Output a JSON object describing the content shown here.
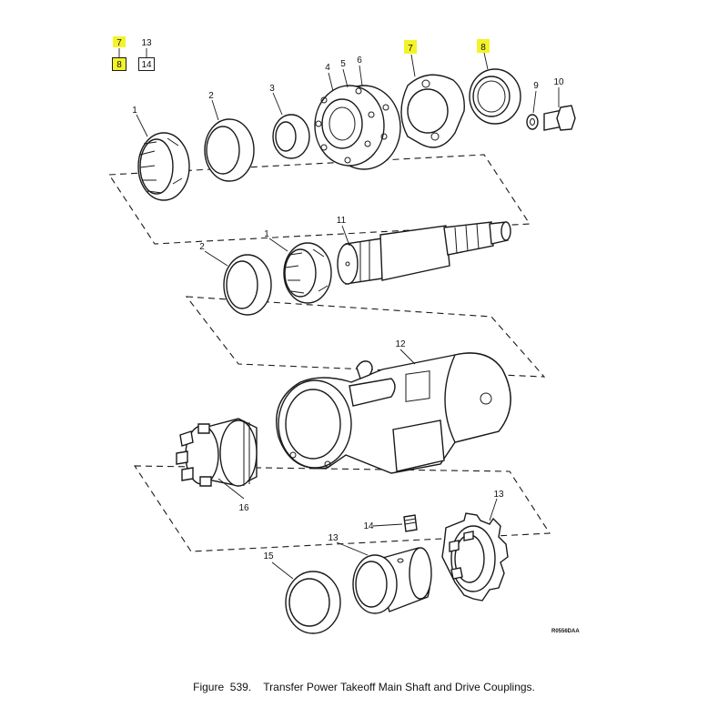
{
  "figure": {
    "caption": "Figure  539.    Transfer Power Takeoff Main Shaft and Drive Couplings.",
    "drawing_code": "R0556DAA",
    "highlight_color": "#f3f32a",
    "key": [
      {
        "top": "7",
        "bottom": "8",
        "highlighted": true
      },
      {
        "top": "13",
        "bottom": "14",
        "highlighted": false
      }
    ]
  },
  "callouts": {
    "c1a": "1",
    "c2a": "2",
    "c3": "3",
    "c4": "4",
    "c5": "5",
    "c6": "6",
    "c7": "7",
    "c8": "8",
    "c9": "9",
    "c10": "10",
    "c2b": "2",
    "c1b": "1",
    "c11": "11",
    "c12": "12",
    "c16": "16",
    "c13a": "13",
    "c14": "14",
    "c15": "15",
    "c13b": "13"
  }
}
